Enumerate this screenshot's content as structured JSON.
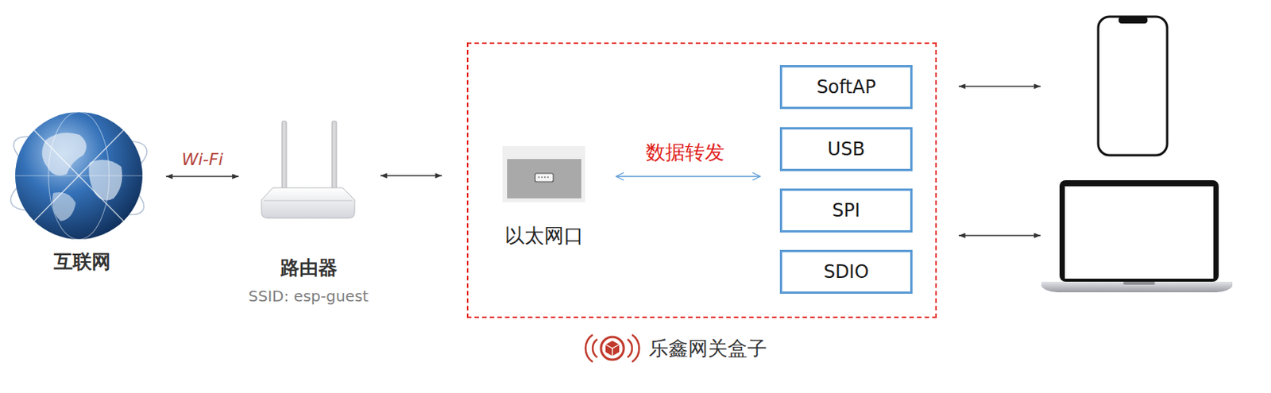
{
  "diagram": {
    "nodes": [
      {
        "text": [
          "互联网"
        ]
      },
      {
        "text": [
          "路由器",
          "SSID: esp-guest"
        ]
      },
      {
        "text": [
          "乐鑫网关盒子"
        ]
      },
      {
        "text": [
          "以太网口"
        ],
        "in": 2
      },
      {
        "text": [
          "SoftAP"
        ],
        "in": 2
      },
      {
        "text": [
          "USB"
        ],
        "in": 2
      },
      {
        "text": [
          "SPI"
        ],
        "in": 2
      },
      {
        "text": [
          "SDIO"
        ],
        "in": 2
      }
    ],
    "edges": [
      {
        "from": 0,
        "to": 1,
        "arrow": "both",
        "label": "Wi-Fi"
      },
      {
        "from": 1,
        "to": 2,
        "arrow": "both"
      }
    ],
    "labels": [
      "数据转发"
    ]
  }
}
